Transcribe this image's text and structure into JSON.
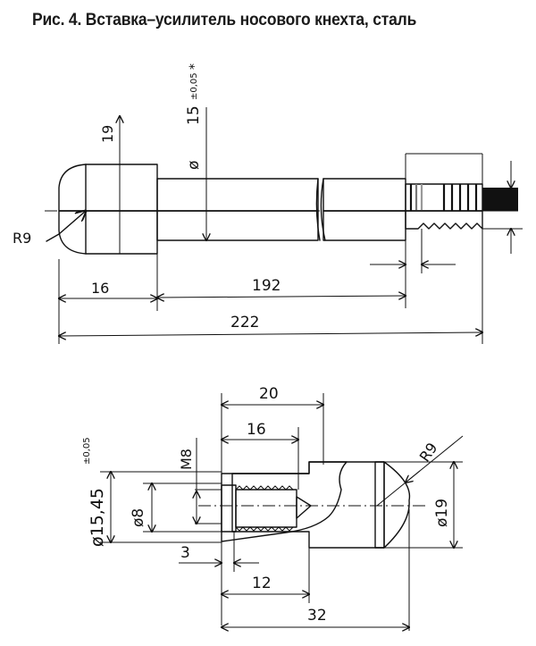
{
  "caption": "Рис. 4. Вставка–усилитель носового кнехта, сталь",
  "figure_1": {
    "name": "shaft",
    "labels": {
      "radius": "R9",
      "head_diameter": "19",
      "shaft_diameter_symbol": "ø",
      "shaft_diameter": "15",
      "shaft_tolerance": "±0,05",
      "shaft_tolerance_mark": "*",
      "head_length": "16",
      "shaft_length": "192",
      "total_length": "222"
    }
  },
  "figure_2": {
    "name": "insert-cap",
    "labels": {
      "bore_diameter": "ø15,45",
      "bore_tolerance": "±0,05",
      "thread_bore": "ø8",
      "thread": "M8",
      "chamfer": "3",
      "thread_depth": "16",
      "bore_depth": "20",
      "step_length": "12",
      "total_length": "32",
      "radius": "R9",
      "head_diameter": "ø19"
    }
  },
  "colors": {
    "section_fill": "#5cc4dc",
    "steel_light": "#d9dbdc",
    "steel_dark": "#7d8a8e",
    "line": "#111111"
  }
}
